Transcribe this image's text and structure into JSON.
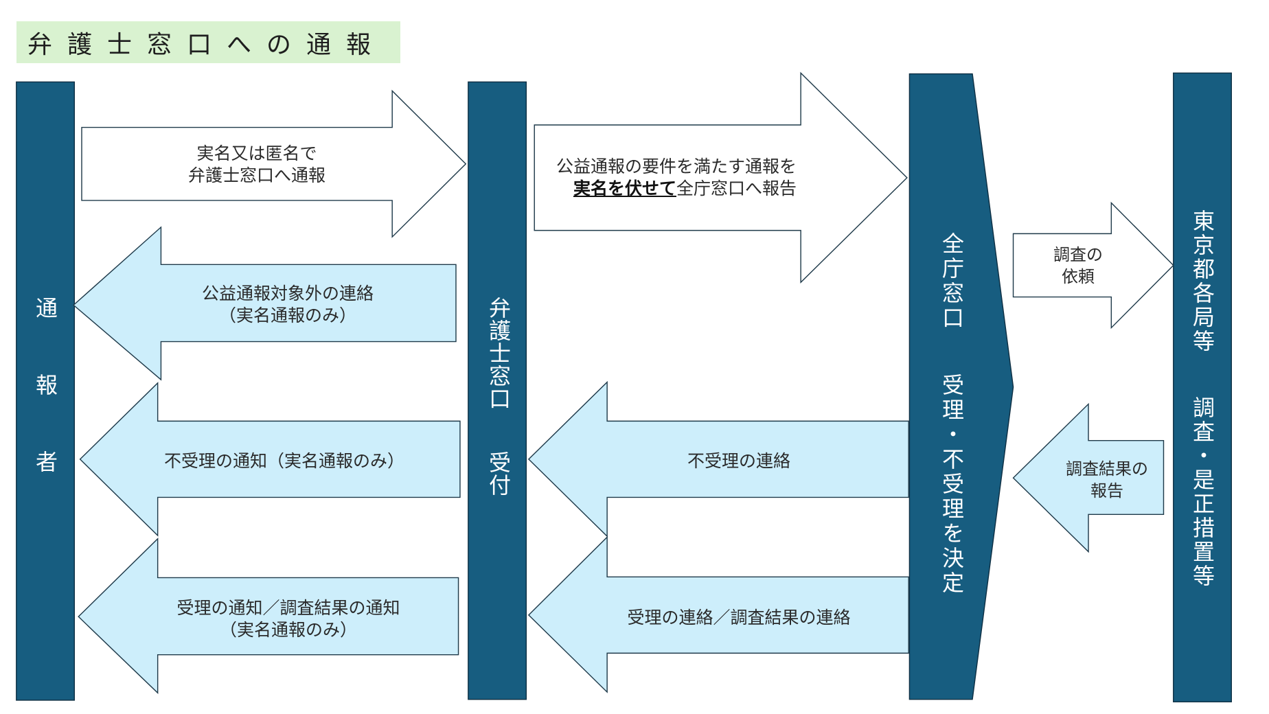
{
  "title": "弁護士窓口への通報",
  "colors": {
    "bar_fill": "#175d80",
    "bar_stroke": "#0e2f43",
    "white_arrow_fill": "#ffffff",
    "blue_arrow_fill": "#cdeefb",
    "arrow_stroke": "#1f3a4a",
    "title_bg": "#d9f2d0",
    "bar_text": "#ffffff"
  },
  "lanes": {
    "reporter": "通報者",
    "lawyer_window": "弁護士窓口",
    "lawyer_window_sub": "受付",
    "central_window": "全庁窓口",
    "central_window_sub": "受理・不受理を決定",
    "bureaus": "東京都各局等",
    "bureaus_sub": "調査・是正措置等"
  },
  "arrows": {
    "report_to_lawyer": {
      "line1": "実名又は匿名で",
      "line2": "弁護士窓口へ通報"
    },
    "not_covered_notice": {
      "line1": "公益通報対象外の連絡",
      "line2": "（実名通報のみ）"
    },
    "rejection_notice": {
      "line1": "不受理の通知（実名通報のみ）"
    },
    "acceptance_notice": {
      "line1": "受理の通知／調査結果の通知",
      "line2": "（実名通報のみ）"
    },
    "report_to_central": {
      "line1": "公益通報の要件を満たす通報を",
      "line2_emphasis": "実名を伏せて",
      "line2_rest": "全庁窓口へ報告"
    },
    "rejection_contact": {
      "line1": "不受理の連絡"
    },
    "acceptance_contact": {
      "line1": "受理の連絡／調査結果の連絡"
    },
    "investigation_request": {
      "line1": "調査の",
      "line2": "依頼"
    },
    "investigation_report": {
      "line1": "調査結果の",
      "line2": "報告"
    }
  }
}
